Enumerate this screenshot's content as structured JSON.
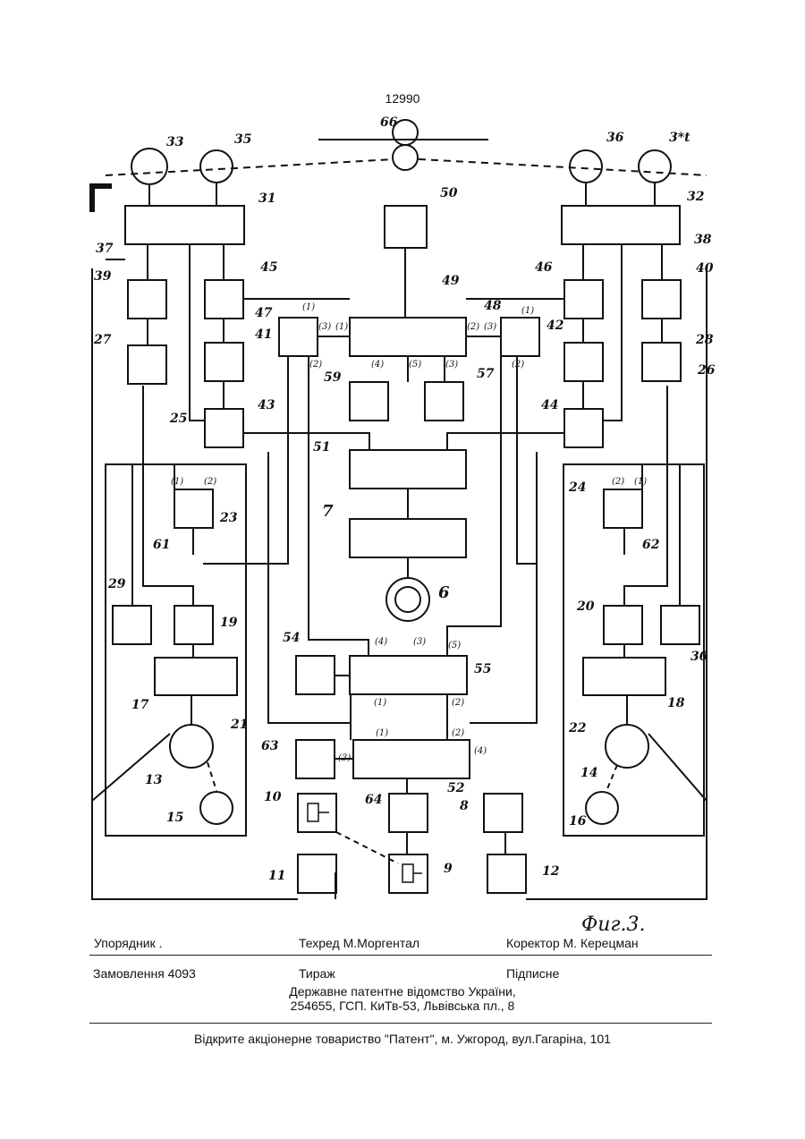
{
  "page_number": "12990",
  "figure": {
    "caption": "Фиг.3.",
    "callouts": {
      "c33": "33",
      "c35": "35",
      "c66": "66",
      "c36": "36",
      "c34": "3*t",
      "c31": "31",
      "c50": "50",
      "c32": "32",
      "c37": "37",
      "c38": "38",
      "c39": "39",
      "c40": "40",
      "c45": "45",
      "c46": "46",
      "c47": "47",
      "c48": "48",
      "c49": "49",
      "c27": "27",
      "c28": "28",
      "c41": "41",
      "c42": "42",
      "c59": "59",
      "c57": "57",
      "c25": "25",
      "c26": "26",
      "c43": "43",
      "c44": "44",
      "c51": "51",
      "c7": "7",
      "c6": "6",
      "c23": "23",
      "c24": "24",
      "c61": "61",
      "c62": "62",
      "c29": "29",
      "c19": "19",
      "c20": "20",
      "c30": "30",
      "c54": "54",
      "c55": "55",
      "c17": "17",
      "c18": "18",
      "c21": "21",
      "c22": "22",
      "c63": "63",
      "c52": "52",
      "c13": "13",
      "c14": "14",
      "c10": "10",
      "c64": "64",
      "c8": "8",
      "c15": "15",
      "c16": "16",
      "c11": "11",
      "c9": "9",
      "c12": "12"
    },
    "ports": {
      "p1": "(1)",
      "p2": "(2)",
      "p3": "(3)",
      "p4": "(4)",
      "p5": "(5)"
    }
  },
  "footer": {
    "compiler": "Упорядник .",
    "tech_editor": "Техред М.Моргентал",
    "proofreader": "Коректор  М. Керецман",
    "order": "Замовлення 4093",
    "circulation": "Тираж",
    "subscription": "Підписне",
    "office": "Державне патентне відомство України,",
    "address": "254655, ГСП. КиТв-53, Львівська пл., 8",
    "publisher": "Відкрите акціонерне товариство   \"Патент\", м. Ужгород, вул.Гагаріна, 101"
  }
}
